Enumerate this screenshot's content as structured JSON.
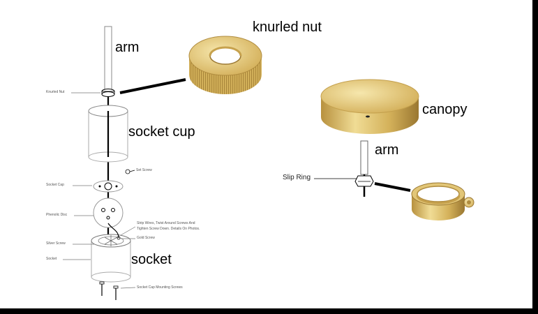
{
  "labels": {
    "arm_top": "arm",
    "knurled_nut": "knurled nut",
    "socket_cup": "socket cup",
    "socket": "socket",
    "canopy": "canopy",
    "arm_right": "arm",
    "slip_ring": "Slip Ring"
  },
  "small_labels": {
    "knurled_nut": "Knurled Nut",
    "set_screw": "Set Screw",
    "socket_cap": "Socket Cap",
    "phenolic_disc": "Phenolic Disc",
    "strip_wires_1": "Strip Wires, Twist Around Screws And",
    "strip_wires_2": "Tighten Screw Down. Details On Photos.",
    "gold_screw": "Gold Screw",
    "silver_screw": "Silver Screw",
    "socket": "Socket",
    "mounting_screws": "Socket Cap Mounting Screws"
  },
  "colors": {
    "brass_light": "#f1dc8c",
    "brass_mid": "#d9b65a",
    "brass_dark": "#a8843a",
    "line": "#000000",
    "frame": "#000000"
  }
}
